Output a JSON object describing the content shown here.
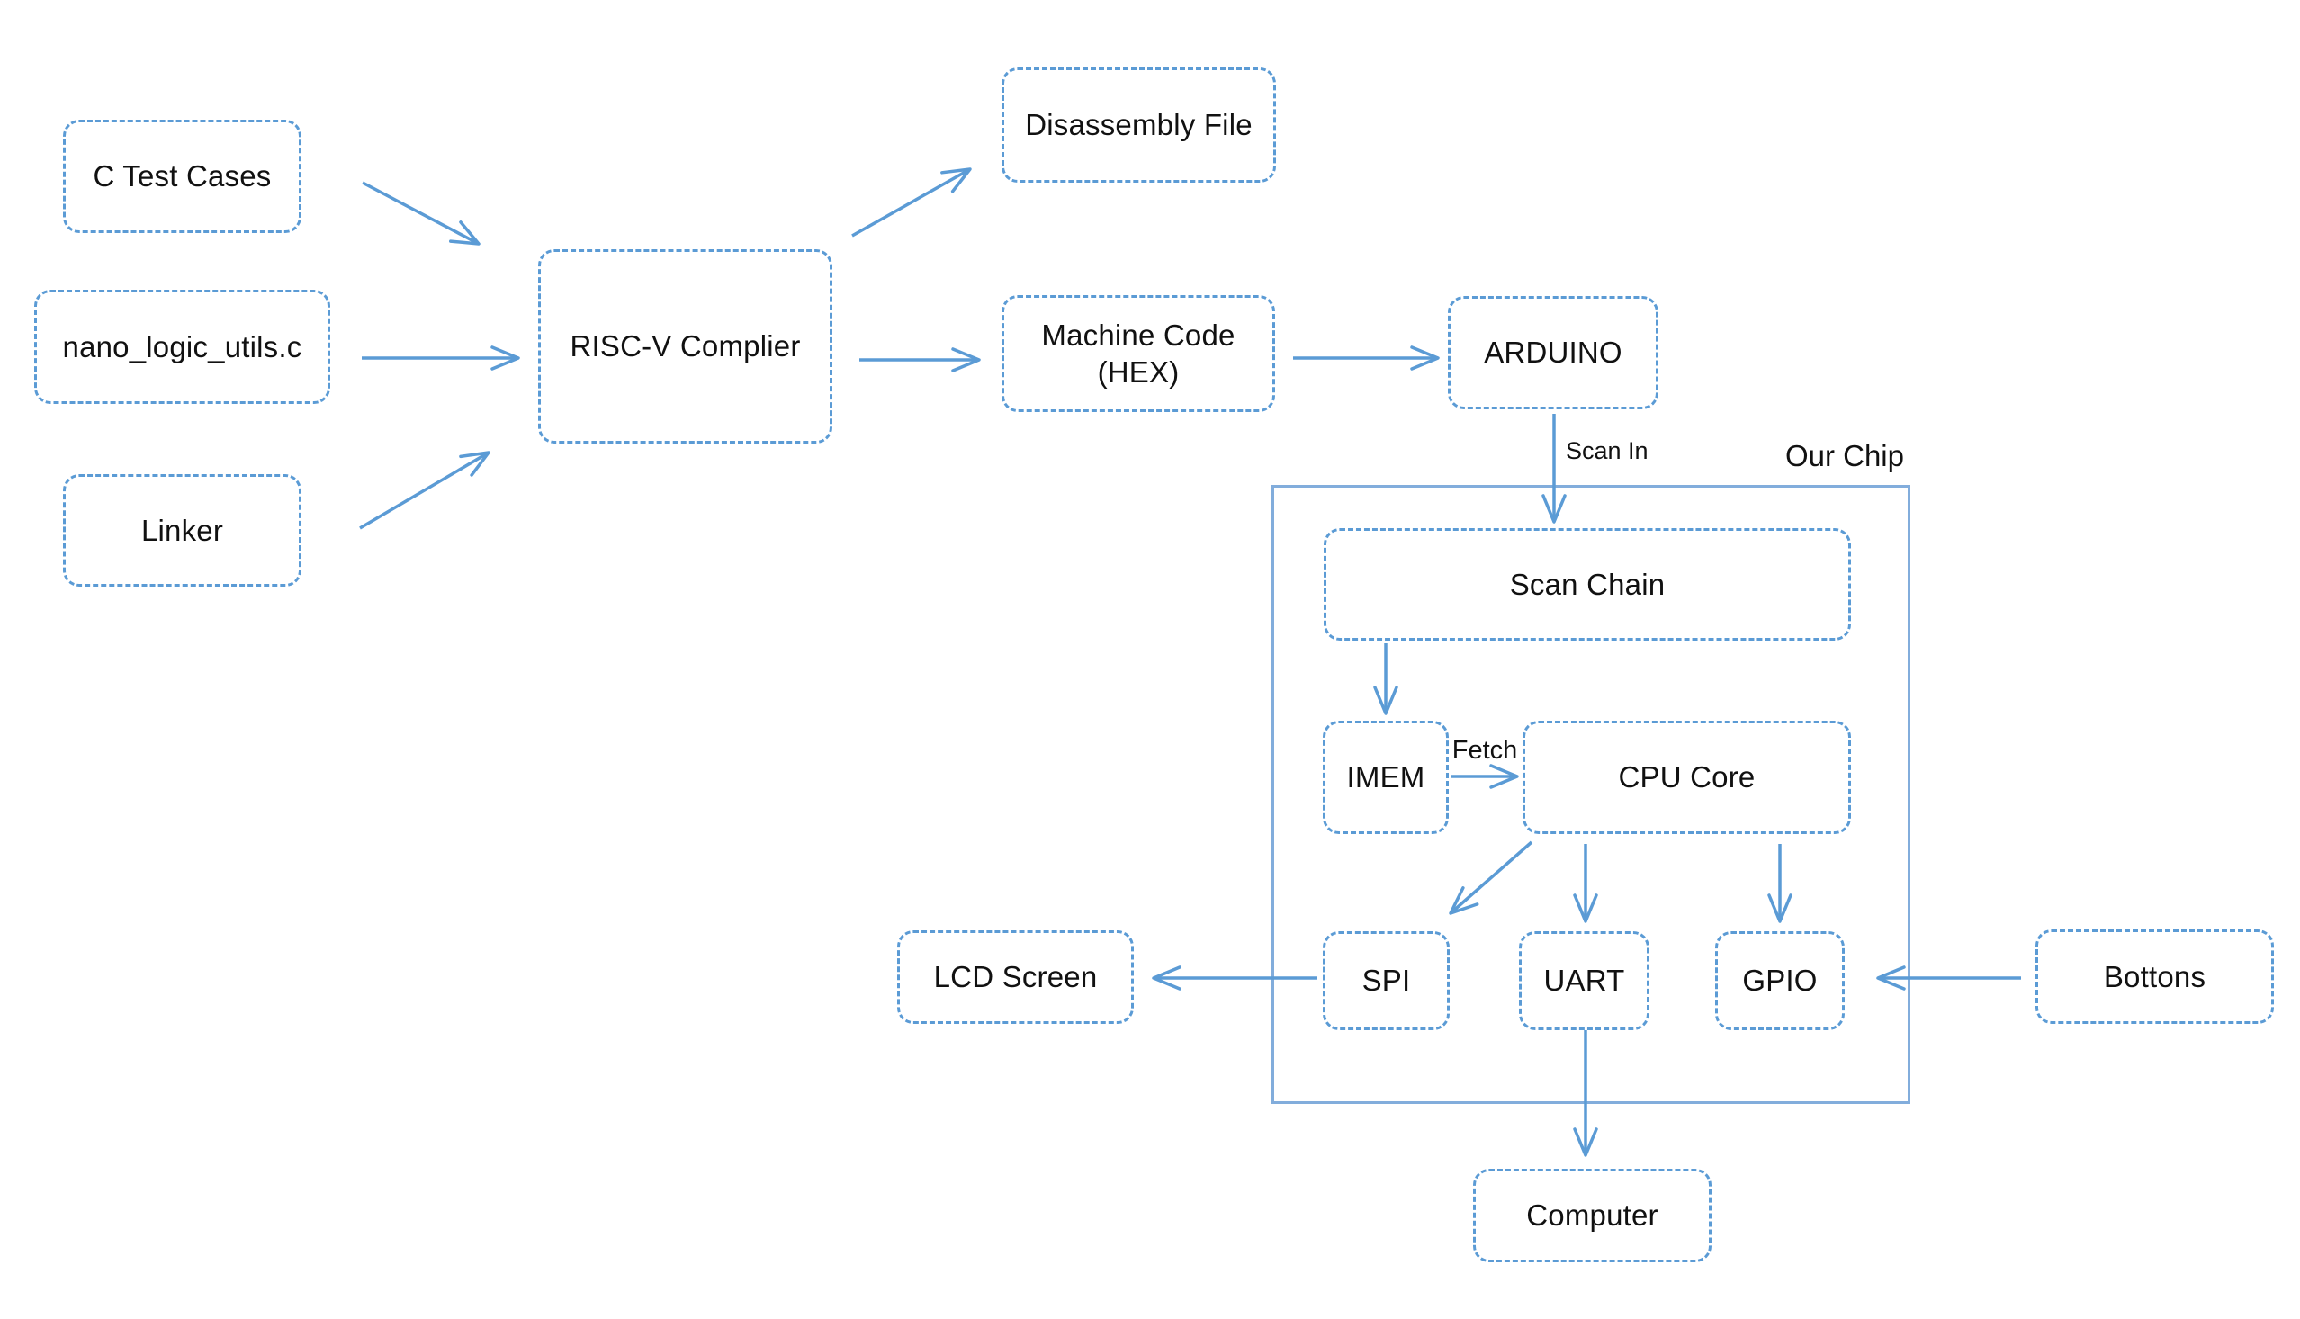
{
  "diagram": {
    "background": "#ffffff",
    "colors": {
      "box_border": "#5B9BD5",
      "arrow": "#5B9BD5",
      "chip_border": "#82ADDC",
      "text": "#111111"
    },
    "container_label": "Our Chip",
    "edge_labels": {
      "scan_in": "Scan In",
      "fetch": "Fetch"
    },
    "nodes": [
      {
        "id": "c-test-cases",
        "label": "C Test Cases"
      },
      {
        "id": "nano-logic-utils",
        "label": "nano_logic_utils.c"
      },
      {
        "id": "linker",
        "label": "Linker"
      },
      {
        "id": "riscv-compiler",
        "label": "RISC-V Complier"
      },
      {
        "id": "disassembly-file",
        "label": "Disassembly File"
      },
      {
        "id": "machine-code",
        "label": "Machine Code\n(HEX)"
      },
      {
        "id": "arduino",
        "label": "ARDUINO"
      },
      {
        "id": "scan-chain",
        "label": "Scan Chain"
      },
      {
        "id": "imem",
        "label": "IMEM"
      },
      {
        "id": "cpu-core",
        "label": "CPU Core"
      },
      {
        "id": "spi",
        "label": "SPI"
      },
      {
        "id": "uart",
        "label": "UART"
      },
      {
        "id": "gpio",
        "label": "GPIO"
      },
      {
        "id": "lcd-screen",
        "label": "LCD Screen"
      },
      {
        "id": "bottons",
        "label": "Bottons"
      },
      {
        "id": "computer",
        "label": "Computer"
      }
    ],
    "edges": [
      {
        "from": "c-test-cases",
        "to": "riscv-compiler"
      },
      {
        "from": "nano-logic-utils",
        "to": "riscv-compiler"
      },
      {
        "from": "linker",
        "to": "riscv-compiler"
      },
      {
        "from": "riscv-compiler",
        "to": "disassembly-file"
      },
      {
        "from": "riscv-compiler",
        "to": "machine-code"
      },
      {
        "from": "machine-code",
        "to": "arduino"
      },
      {
        "from": "arduino",
        "to": "scan-chain",
        "label": "Scan In"
      },
      {
        "from": "scan-chain",
        "to": "imem"
      },
      {
        "from": "imem",
        "to": "cpu-core",
        "label": "Fetch"
      },
      {
        "from": "cpu-core",
        "to": "spi"
      },
      {
        "from": "cpu-core",
        "to": "uart"
      },
      {
        "from": "cpu-core",
        "to": "gpio"
      },
      {
        "from": "spi",
        "to": "lcd-screen"
      },
      {
        "from": "bottons",
        "to": "gpio"
      },
      {
        "from": "uart",
        "to": "computer"
      }
    ]
  }
}
